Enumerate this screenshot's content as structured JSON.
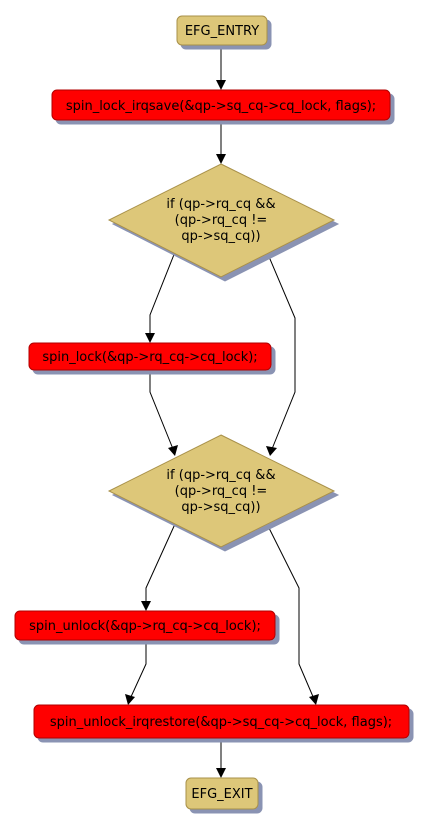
{
  "colors": {
    "terminal_fill": "#DDC779",
    "terminal_stroke": "#A89048",
    "action_fill": "#FF0000",
    "action_stroke": "#B00000",
    "decision_fill": "#DDC779",
    "decision_stroke": "#A89048",
    "shadow": "#8A93B3"
  },
  "nodes": {
    "entry": {
      "label": "EFG_ENTRY"
    },
    "lock_irqsave": {
      "label": "spin_lock_irqsave(&qp->sq_cq->cq_lock, flags);"
    },
    "decision_1": {
      "lines": [
        "if (qp->rq_cq &&",
        "(qp->rq_cq !=",
        "qp->sq_cq))"
      ]
    },
    "lock": {
      "label": "spin_lock(&qp->rq_cq->cq_lock);"
    },
    "decision_2": {
      "lines": [
        "if (qp->rq_cq &&",
        "(qp->rq_cq !=",
        "qp->sq_cq))"
      ]
    },
    "unlock": {
      "label": "spin_unlock(&qp->rq_cq->cq_lock);"
    },
    "unlock_irqrestore": {
      "label": "spin_unlock_irqrestore(&qp->sq_cq->cq_lock, flags);"
    },
    "exit": {
      "label": "EFG_EXIT"
    }
  }
}
